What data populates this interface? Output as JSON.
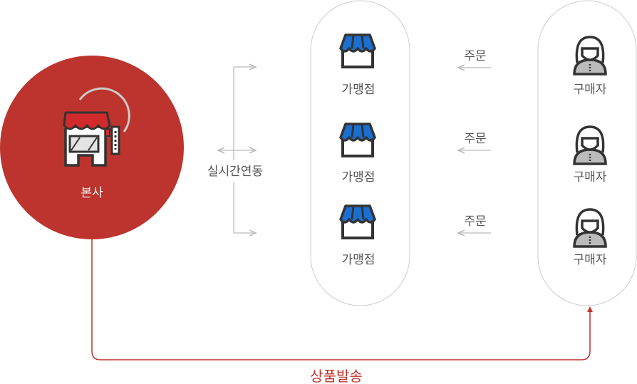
{
  "colors": {
    "hq": "#bc342d",
    "store_awning": "#1a6fd1",
    "hq_awning": "#d02a2a",
    "ship_line": "#c0332c",
    "pill_border": "#cccccc",
    "arrow": "#bbbbbb"
  },
  "hq": {
    "label": "본사"
  },
  "sync": {
    "label": "실시간연동"
  },
  "stores": [
    {
      "label": "가맹점"
    },
    {
      "label": "가맹점"
    },
    {
      "label": "가맹점"
    }
  ],
  "orders": [
    {
      "label": "주문"
    },
    {
      "label": "주문"
    },
    {
      "label": "주문"
    }
  ],
  "buyers": [
    {
      "label": "구매자"
    },
    {
      "label": "구매자"
    },
    {
      "label": "구매자"
    }
  ],
  "shipping": {
    "label": "상품발송"
  }
}
